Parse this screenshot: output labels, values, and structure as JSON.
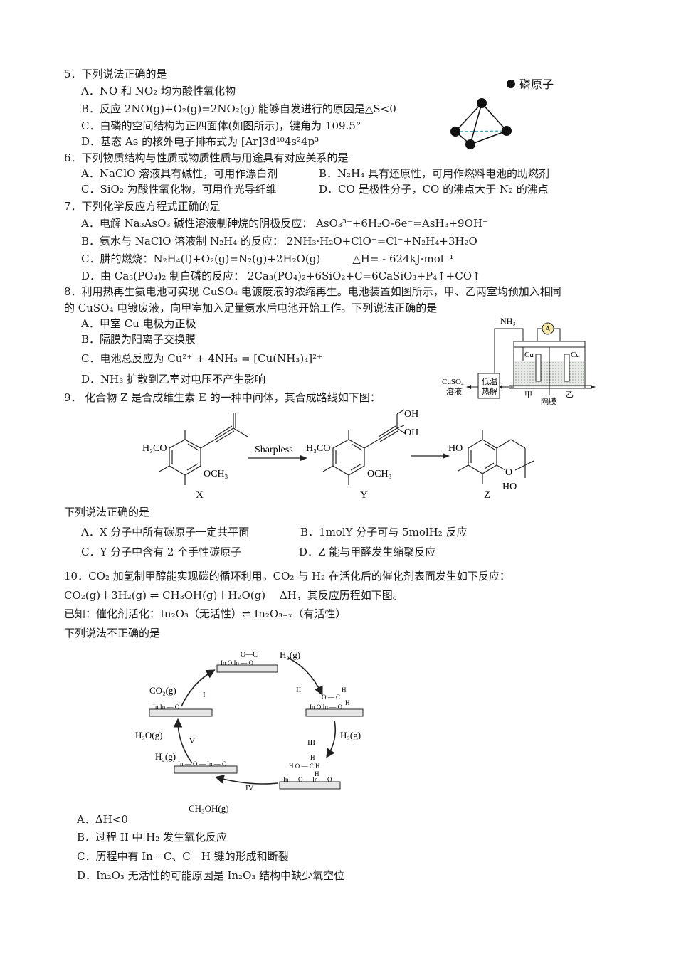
{
  "q5": {
    "stem": "5．下列说法正确的是",
    "A": "A．NO 和 NO₂ 均为酸性氧化物",
    "B": "B．反应 2NO(g)+O₂(g)=2NO₂(g) 能够自发进行的原因是△S<0",
    "C": "C．白磷的空间结构为正四面体(如图所示)，键角为 109.5°",
    "D": "D．基态 As 的核外电子排布式为 [Ar]3d¹⁰4s²4p³",
    "figure_legend": "磷原子"
  },
  "q6": {
    "stem": "6．下列物质结构与性质或物质性质与用途具有对应关系的是",
    "A": "A．NaClO 溶液具有碱性，可用作漂白剂",
    "B": "B．N₂H₄ 具有还原性，可用作燃料电池的助燃剂",
    "C": "C．SiO₂ 为酸性氧化物，可用作光导纤维",
    "D": "D．CO 是极性分子，CO 的沸点大于 N₂ 的沸点"
  },
  "q7": {
    "stem": "7．下列化学反应方程式正确的是",
    "A": "A．电解 Na₃AsO₃ 碱性溶液制砷烷的阴极反应： AsO₃³⁻+6H₂O-6e⁻=AsH₃+9OH⁻",
    "B": "B．氨水与 NaClO 溶液制 N₂H₄ 的反应： 2NH₃·H₂O+ClO⁻=Cl⁻+N₂H₄+3H₂O",
    "C": "C．肼的燃烧：N₂H₄(l)+O₂(g)=N₂(g)+2H₂O(g)　　　△H= - 624kJ·mol⁻¹",
    "D": "D．由 Ca₃(PO₄)₂ 制白磷的反应： 2Ca₃(PO₄)₂+6SiO₂+C=6CaSiO₃+P₄↑+CO↑"
  },
  "q8": {
    "stem1": "8．利用热再生氨电池可实现 CuSO₄ 电镀废液的浓缩再生。电池装置如图所示，甲、乙两室均预加入相同",
    "stem2": "的 CuSO₄ 电镀废液，向甲室加入足量氨水后电池开始工作。下列说法正确的是",
    "A": "A．甲室 Cu 电极为正极",
    "B": "B．隔膜为阳离子交换膜",
    "C": "C．电池总反应为 Cu²⁺ + 4NH₃ = [Cu(NH₃)₄]²⁺",
    "D": "D．NH₃ 扩散到乙室对电压不产生影响",
    "figure": {
      "nh3": "NH₃",
      "ammeter": "A",
      "left_electrode": "Cu",
      "right_electrode": "Cu",
      "cuso4": "CuSO₄",
      "solution": "溶液",
      "box_line1": "低温",
      "box_line2": "热解",
      "left_chamber": "甲",
      "membrane": "隔膜",
      "right_chamber": "乙"
    }
  },
  "q9": {
    "stem": "9．  化合物 Z 是合成维生素 E 的一种中间体，其合成路线如下图：",
    "reagent": "Sharpless",
    "labels": {
      "X": "X",
      "Y": "Y",
      "Z": "Z"
    },
    "groups": {
      "h3co": "H₃CO",
      "och3": "OCH₃",
      "oh": "OH",
      "ho": "HO",
      "o": "O"
    },
    "sub_stem": "下列说法正确的是",
    "A": "A．X 分子中所有碳原子一定共平面",
    "B": "B．1molY 分子可与 5molH₂ 反应",
    "C": "C．Y 分子中含有 2 个手性碳原子",
    "D": "D．Z 能与甲醛发生缩聚反应"
  },
  "q10": {
    "stem1": "10．CO₂ 加氢制甲醇能实现碳的循环利用。CO₂ 与 H₂ 在活化后的催化剂表面发生如下反应：",
    "stem2": "CO₂(g)＋3H₂(g) ⇌ CH₃OH(g)＋H₂O(g)　 ΔH，其反应历程如下图。",
    "stem3": "已知：催化剂活化：In₂O₃（无活性）⇌ In₂O₃₋ₓ（有活性）",
    "sub_stem": "下列说法不正确的是",
    "figure": {
      "co2": "CO₂(g)",
      "h2_a": "H₂(g)",
      "h2_b": "H₂(g)",
      "h2_c": "H₂(g)",
      "h2o": "H₂O(g)",
      "ch3oh": "CH₃OH(g)",
      "steps": [
        "I",
        "II",
        "III",
        "IV",
        "V"
      ]
    },
    "A": "A．ΔH<0",
    "B": "B．过程 II 中 H₂ 发生氧化反应",
    "C": "C．历程中有 In－C、C－H 键的形成和断裂",
    "D": "D．In₂O₃ 无活性的可能原因是 In₂O₃ 结构中缺少氧空位"
  }
}
